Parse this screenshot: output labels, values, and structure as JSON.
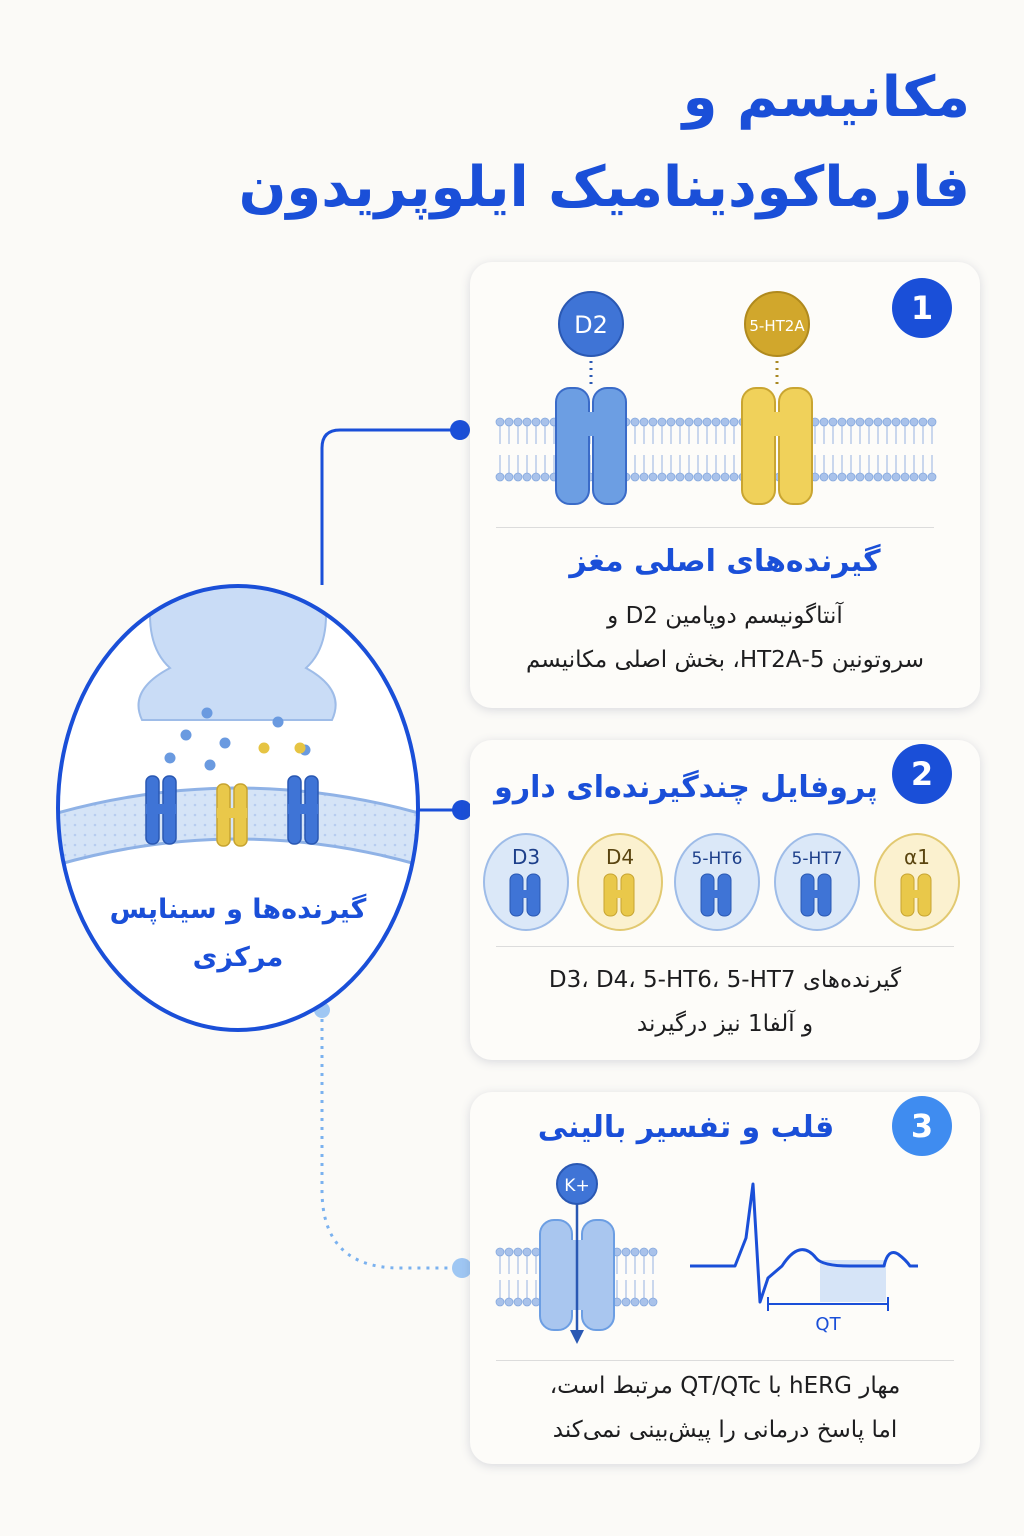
{
  "title": {
    "line1": "مکانیسم و",
    "line2": "فارماکودینامیک ایلوپریدون"
  },
  "synapse": {
    "label_line1": "گیرنده‌ها و سیناپس",
    "label_line2": "مرکزی"
  },
  "card1": {
    "number": "1",
    "title": "گیرنده‌های اصلی مغز",
    "text_line1": "آنتاگونیسم دوپامین D2 و",
    "text_line2": "سروتونین 5-HT2A، بخش اصلی مکانیسم",
    "receptor_d2": "D2",
    "receptor_5ht2a": "5-HT2A"
  },
  "card2": {
    "number": "2",
    "title": "پروفایل چندگیرنده‌ای دارو",
    "receptors": [
      "D3",
      "D4",
      "5-HT6",
      "5-HT7",
      "α1"
    ],
    "text_line1": "گیرنده‌های D3، D4، 5-HT6، 5-HT7",
    "text_line2": "و آلفا1 نیز درگیرند"
  },
  "card3": {
    "number": "3",
    "title": "قلب و تفسیر بالینی",
    "ion": "K+",
    "ecg_label": "QT",
    "text_line1": "مهار hERG با QT/QTc مرتبط است،",
    "text_line2": "اما پاسخ درمانی را پیش‌بینی نمی‌کند"
  },
  "colors": {
    "primary_blue": "#1a4fd8",
    "receptor_blue": "#5b8fdc",
    "receptor_gold": "#e9c84a",
    "badge3_blue": "#3f8cf0"
  }
}
